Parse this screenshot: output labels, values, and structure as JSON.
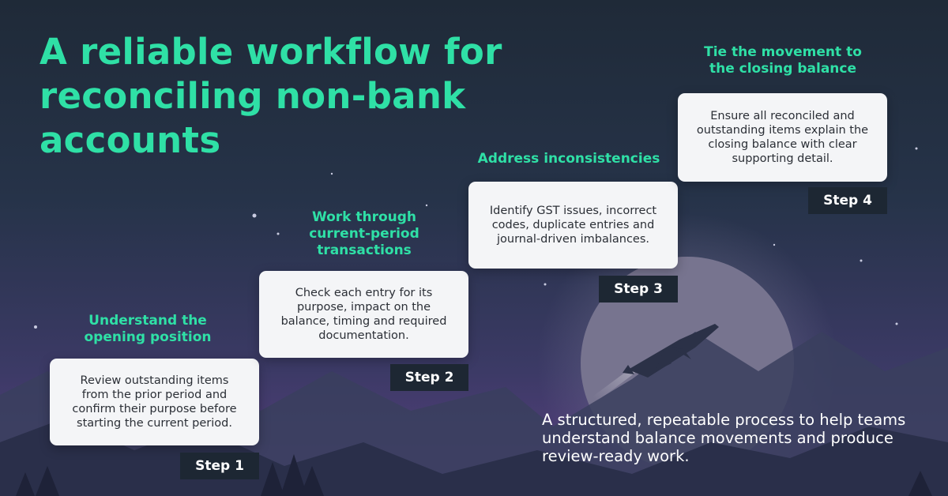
{
  "headline": "A reliable workflow for reconciling non-bank accounts",
  "steps": [
    {
      "title": "Understand the opening position",
      "description": "Review outstanding items from the prior period and confirm their purpose before starting the current period.",
      "badge": "Step 1"
    },
    {
      "title": "Work through current-period transactions",
      "description": "Check each entry for its purpose, impact on the balance, timing and required documentation.",
      "badge": "Step 2"
    },
    {
      "title": "Address inconsistencies",
      "description": "Identify GST issues, incorrect codes, duplicate entries and journal-driven imbalances.",
      "badge": "Step 3"
    },
    {
      "title": "Tie the movement to the closing balance",
      "description": "Ensure all reconciled and outstanding items explain the closing balance with clear supporting detail.",
      "badge": "Step 4"
    }
  ],
  "tagline": "A structured, repeatable process to help teams understand balance movements and produce review-ready work.",
  "colors": {
    "accent": "#2fe0a6",
    "card": "#f4f5f7",
    "badge": "#1d2733",
    "sky_top": "#1f2a38",
    "sky_bottom": "#5b3f82"
  },
  "icons": [
    "jet-icon",
    "moon-icon",
    "mountain-icon",
    "tree-icon",
    "star-icon"
  ]
}
